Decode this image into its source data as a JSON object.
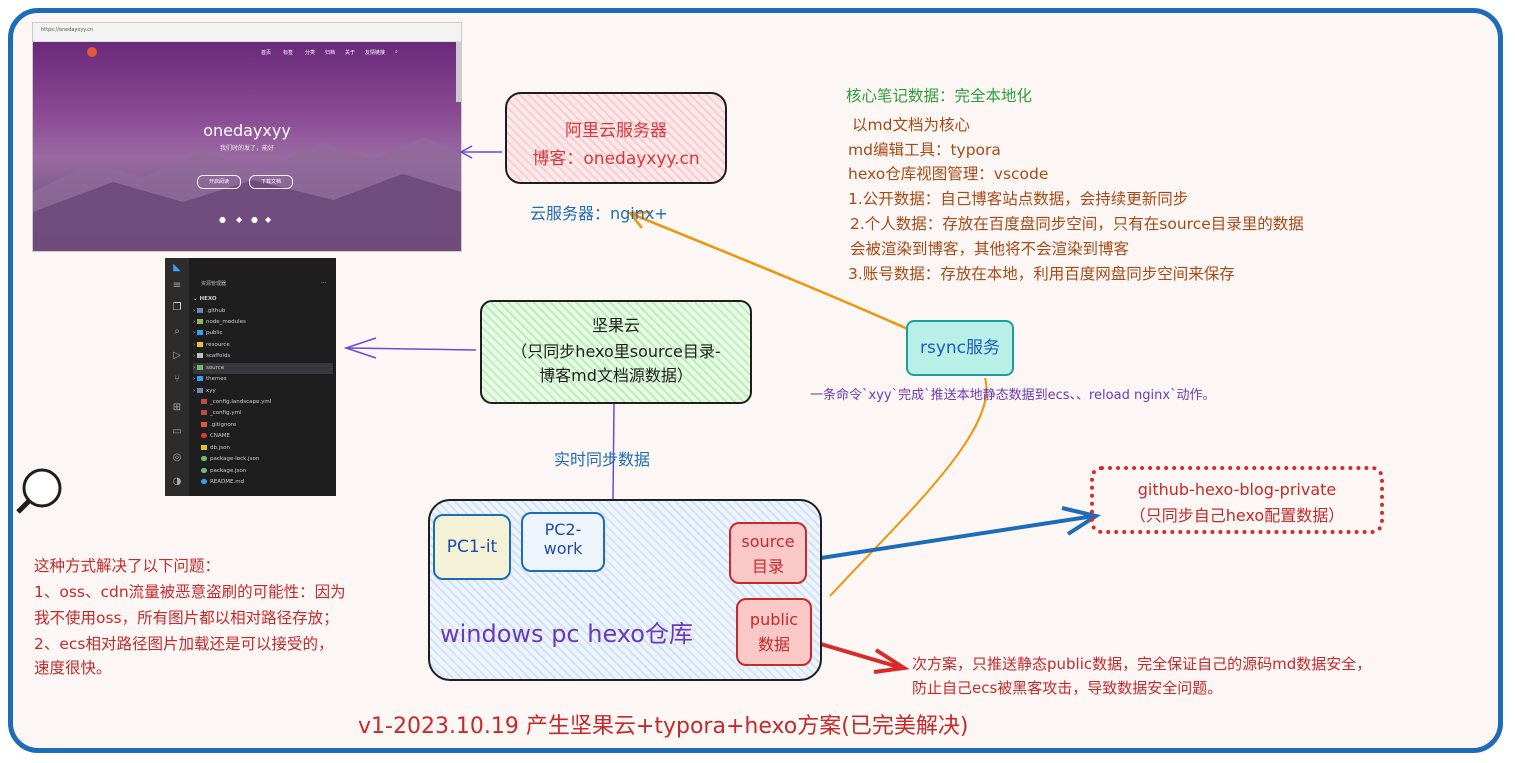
{
  "blog_screenshot": {
    "url": "https://onedayxyy.cn",
    "nav": [
      "首页",
      "标签",
      "分类",
      "归档",
      "关于",
      "友情链接"
    ],
    "title": "onedayxyy",
    "subtitle": "我们时的发了，能好",
    "buttons": [
      "开启阅读",
      "下载文档"
    ]
  },
  "vscode": {
    "explorer_title": "资源管理器",
    "root": "HEXO",
    "items": [
      ".github",
      "node_modules",
      "public",
      "resource",
      "scaffolds",
      "source",
      "themes",
      "xyy",
      "_config.landscape.yml",
      "_config.yml",
      ".gitignore",
      "CNAME",
      "db.json",
      "package-lock.json",
      "package.json",
      "README.md"
    ]
  },
  "aliyun": {
    "line1": "阿里云服务器",
    "line2": "博客：onedayxyy.cn",
    "caption": "云服务器：nginx+"
  },
  "nutstore": {
    "line1": "坚果云",
    "line2": "（只同步hexo里source目录-",
    "line3": "博客md文档源数据）"
  },
  "sync_label": "实时同步数据",
  "rsync": {
    "label": "rsync服务",
    "caption": "一条命令`xyy`完成`推送本地静态数据到ecs、、reload nginx`动作。"
  },
  "repo": {
    "label": "windows pc hexo仓库",
    "pc1": "PC1-it",
    "pc2_line1": "PC2-",
    "pc2_line2": "work",
    "source_line1": "source",
    "source_line2": "目录",
    "public_line1": "public",
    "public_line2": "数据"
  },
  "github": {
    "line1": "github-hexo-blog-private",
    "line2": "（只同步自己hexo配置数据）"
  },
  "core_notes": {
    "heading": "核心笔记数据：完全本地化",
    "line1": "以md文档为核心",
    "line2": "md编辑工具：typora",
    "line3": "hexo仓库视图管理：vscode",
    "line4": "1.公开数据：自己博客站点数据，会持续更新同步",
    "line5": "2.个人数据：存放在百度盘同步空间，只有在source目录里的数据",
    "line6": "会被渲染到博客，其他将不会渲染到博客",
    "line7": "3.账号数据：存放在本地，利用百度网盘同步空间来保存"
  },
  "problems": {
    "line1": "这种方式解决了以下问题：",
    "line2": "1、oss、cdn流量被恶意盗刷的可能性：因为",
    "line3": "我不使用oss，所有图片都以相对路径存放；",
    "line4": "2、ecs相对路径图片加载还是可以接受的，",
    "line5": "速度很快。"
  },
  "push_note": {
    "line1": "次方案，只推送静态public数据，完全保证自己的源码md数据安全，",
    "line2": "防止自己ecs被黑客攻击，导致数据安全问题。"
  },
  "footer": "v1-2023.10.19 产生坚果云+typora+hexo方案(已完美解决)",
  "colors": {
    "frame": "#1e6bb8",
    "arrow_blue": "#1e6bb8",
    "arrow_red": "#d82a2a",
    "arrow_orange": "#f0940a",
    "arrow_purple": "#6a4ad8"
  }
}
